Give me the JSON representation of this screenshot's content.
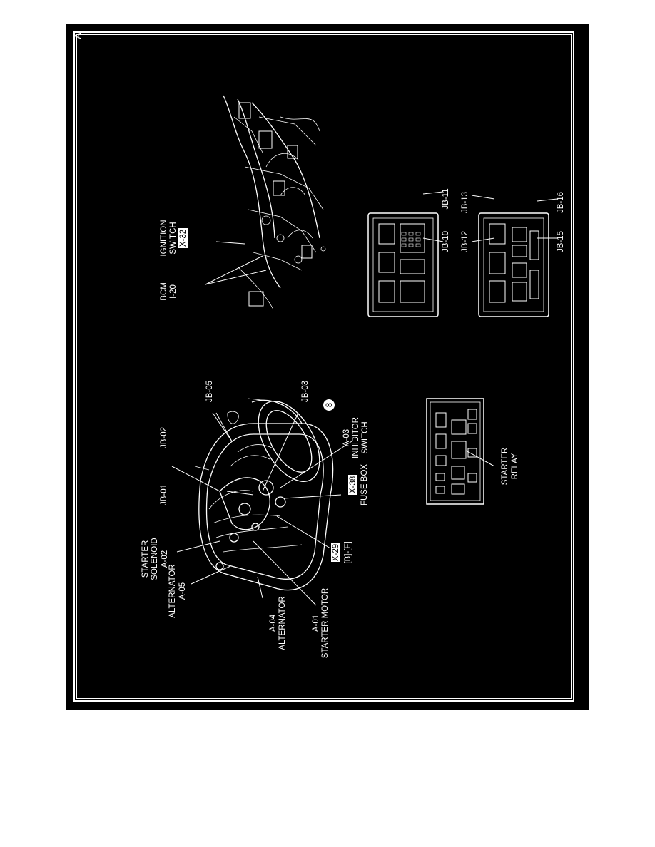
{
  "page_marker": "A",
  "labels": {
    "starter_solenoid": "STARTER",
    "starter_solenoid_2": "SOLENOID",
    "starter_solenoid_id": "A-02",
    "alternator_a05": "ALTERNATOR",
    "alternator_a05_id": "A-05",
    "alternator_a04_id": "A-04",
    "alternator_a04": "ALTERNATOR",
    "jb01": "JB-01",
    "jb02": "JB-02",
    "jb05": "JB-05",
    "jb03": "JB-03",
    "ground_8": "8",
    "a03_id": "A-03",
    "a03_1": "INHIBITOR",
    "a03_2": "SWITCH",
    "x38": "X-38",
    "fuse_box": "FUSE BOX",
    "x29": "X-29",
    "bf": "[B]-[F]",
    "a01_id": "A-01",
    "a01": "STARTER MOTOR",
    "starter_relay_1": "STARTER",
    "starter_relay_2": "RELAY",
    "bcm": "BCM",
    "bcm_id": "I-20",
    "ignition_1": "IGNITION",
    "ignition_2": "SWITCH",
    "x32": "X-32",
    "jb10": "JB-10",
    "jb11": "JB-11",
    "jb12": "JB-12",
    "jb13": "JB-13",
    "jb15": "JB-15",
    "jb16": "JB-16"
  }
}
